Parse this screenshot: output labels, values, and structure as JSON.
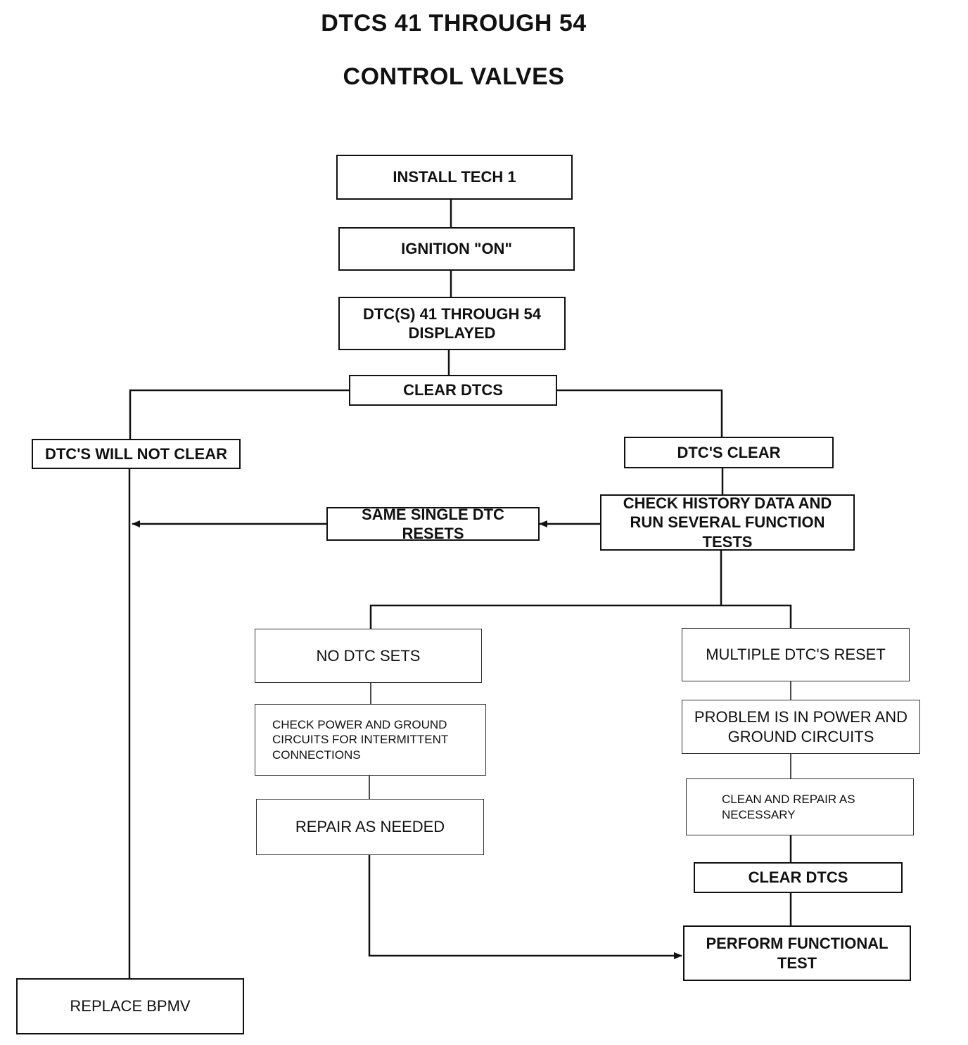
{
  "title_line1": "DTCS 41 THROUGH 54",
  "title_line2": "CONTROL VALVES",
  "steps": {
    "install_tech1": "INSTALL TECH 1",
    "ignition_on": "IGNITION \"ON\"",
    "dtcs_displayed": "DTC(S) 41 THROUGH 54\nDISPLAYED",
    "clear_dtcs_1": "CLEAR DTCS",
    "dtcs_will_not_clear": "DTC'S WILL NOT CLEAR",
    "dtcs_clear": "DTC'S CLEAR",
    "check_history": "CHECK HISTORY DATA AND\nRUN SEVERAL FUNCTION TESTS",
    "same_single_dtc": "SAME SINGLE DTC RESETS",
    "no_dtc_sets": "NO DTC SETS",
    "multiple_dtcs_reset": "MULTIPLE DTC'S RESET",
    "check_power_ground": "CHECK POWER AND GROUND\nCIRCUITS FOR INTERMITTENT\nCONNECTIONS",
    "problem_power_ground": "PROBLEM IS IN POWER AND\nGROUND CIRCUITS",
    "repair_as_needed": "REPAIR AS NEEDED",
    "clean_and_repair": "CLEAN AND REPAIR AS\nNECESSARY",
    "clear_dtcs_2": "CLEAR DTCS",
    "perform_functional_test": "PERFORM FUNCTIONAL TEST",
    "replace_bpmv": "REPLACE BPMV"
  }
}
